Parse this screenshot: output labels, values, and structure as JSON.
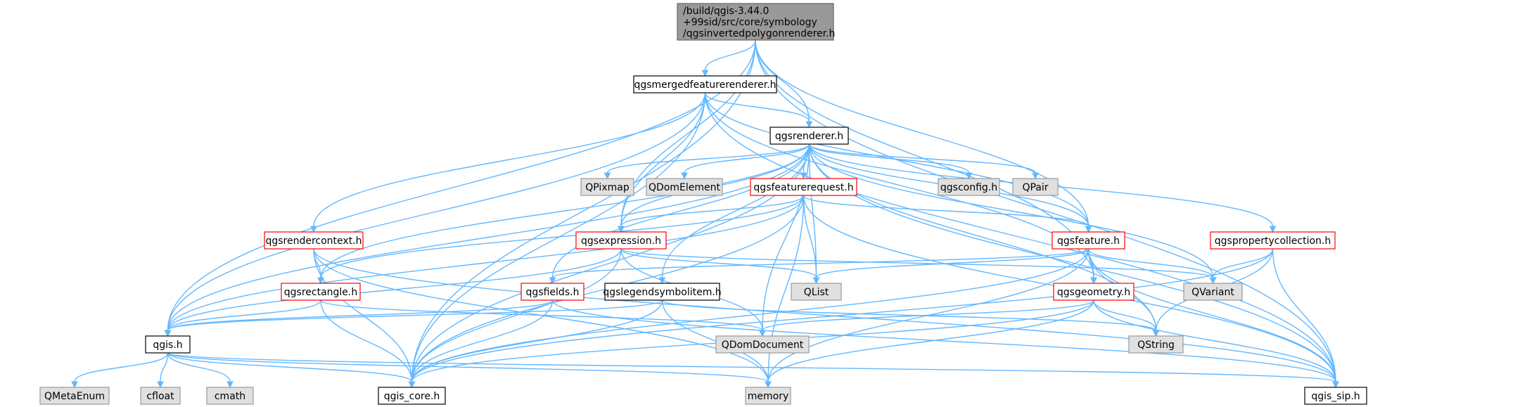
{
  "title": "/build/qgis-3.44.0+99sid/src/core/symbology/qgsinvertedpolygonrenderer.h",
  "colors": {
    "edge": "#63b8ff",
    "root_fill": "#999999",
    "root_border": "#666666",
    "normal_border": "#000000",
    "incomplete_border": "#ff0000",
    "external_fill": "#e0e0e0",
    "external_border": "#999999",
    "background": "#ffffff"
  },
  "nodes": [
    {
      "id": "root",
      "lines": [
        "/build/qgis-3.44.0",
        "+99sid/src/core/symbology",
        "/qgsinvertedpolygonrenderer.h"
      ],
      "kind": "root"
    },
    {
      "id": "merged",
      "lines": [
        "qgsmergedfeaturerenderer.h"
      ],
      "kind": "normal"
    },
    {
      "id": "renderer",
      "lines": [
        "qgsrenderer.h"
      ],
      "kind": "normal"
    },
    {
      "id": "qpixmap",
      "lines": [
        "QPixmap"
      ],
      "kind": "external"
    },
    {
      "id": "qdomelement",
      "lines": [
        "QDomElement"
      ],
      "kind": "external"
    },
    {
      "id": "featurerequest",
      "lines": [
        "qgsfeaturerequest.h"
      ],
      "kind": "incomplete"
    },
    {
      "id": "config",
      "lines": [
        "qgsconfig.h"
      ],
      "kind": "external"
    },
    {
      "id": "qpair",
      "lines": [
        "QPair"
      ],
      "kind": "external"
    },
    {
      "id": "rendercontext",
      "lines": [
        "qgsrendercontext.h"
      ],
      "kind": "incomplete"
    },
    {
      "id": "expression",
      "lines": [
        "qgsexpression.h"
      ],
      "kind": "incomplete"
    },
    {
      "id": "feature",
      "lines": [
        "qgsfeature.h"
      ],
      "kind": "incomplete"
    },
    {
      "id": "propertycollection",
      "lines": [
        "qgspropertycollection.h"
      ],
      "kind": "incomplete"
    },
    {
      "id": "rectangle",
      "lines": [
        "qgsrectangle.h"
      ],
      "kind": "incomplete"
    },
    {
      "id": "qlist",
      "lines": [
        "QList"
      ],
      "kind": "external"
    },
    {
      "id": "fields",
      "lines": [
        "qgsfields.h"
      ],
      "kind": "incomplete"
    },
    {
      "id": "legendsymbolitem",
      "lines": [
        "qgslegendsymbolitem.h"
      ],
      "kind": "normal"
    },
    {
      "id": "geometry",
      "lines": [
        "qgsgeometry.h"
      ],
      "kind": "incomplete"
    },
    {
      "id": "qvariant",
      "lines": [
        "QVariant"
      ],
      "kind": "external"
    },
    {
      "id": "qgis",
      "lines": [
        "qgis.h"
      ],
      "kind": "normal"
    },
    {
      "id": "qdomdocument",
      "lines": [
        "QDomDocument"
      ],
      "kind": "external"
    },
    {
      "id": "qstring",
      "lines": [
        "QString"
      ],
      "kind": "external"
    },
    {
      "id": "qmetaenum",
      "lines": [
        "QMetaEnum"
      ],
      "kind": "external"
    },
    {
      "id": "cfloat",
      "lines": [
        "cfloat"
      ],
      "kind": "external"
    },
    {
      "id": "cmath",
      "lines": [
        "cmath"
      ],
      "kind": "external"
    },
    {
      "id": "qgis_core",
      "lines": [
        "qgis_core.h"
      ],
      "kind": "normal"
    },
    {
      "id": "memory",
      "lines": [
        "memory"
      ],
      "kind": "external"
    },
    {
      "id": "qgis_sip",
      "lines": [
        "qgis_sip.h"
      ],
      "kind": "normal"
    }
  ],
  "edges": [
    [
      "root",
      "merged"
    ],
    [
      "root",
      "renderer"
    ],
    [
      "root",
      "expression"
    ],
    [
      "root",
      "feature"
    ],
    [
      "root",
      "geometry"
    ],
    [
      "root",
      "qgis"
    ],
    [
      "root",
      "qgis_core"
    ],
    [
      "root",
      "qgis_sip"
    ],
    [
      "merged",
      "renderer"
    ],
    [
      "merged",
      "rendercontext"
    ],
    [
      "merged",
      "expression"
    ],
    [
      "merged",
      "feature"
    ],
    [
      "merged",
      "geometry"
    ],
    [
      "merged",
      "qgis"
    ],
    [
      "merged",
      "qgis_core"
    ],
    [
      "merged",
      "qgis_sip"
    ],
    [
      "renderer",
      "qpixmap"
    ],
    [
      "renderer",
      "qdomelement"
    ],
    [
      "renderer",
      "featurerequest"
    ],
    [
      "renderer",
      "config"
    ],
    [
      "renderer",
      "qpair"
    ],
    [
      "renderer",
      "expression"
    ],
    [
      "renderer",
      "feature"
    ],
    [
      "renderer",
      "propertycollection"
    ],
    [
      "renderer",
      "rectangle"
    ],
    [
      "renderer",
      "qlist"
    ],
    [
      "renderer",
      "fields"
    ],
    [
      "renderer",
      "legendsymbolitem"
    ],
    [
      "renderer",
      "qvariant"
    ],
    [
      "renderer",
      "qgis"
    ],
    [
      "renderer",
      "qdomdocument"
    ],
    [
      "renderer",
      "qstring"
    ],
    [
      "renderer",
      "qgis_core"
    ],
    [
      "renderer",
      "qgis_sip"
    ],
    [
      "featurerequest",
      "expression"
    ],
    [
      "featurerequest",
      "feature"
    ],
    [
      "featurerequest",
      "rectangle"
    ],
    [
      "featurerequest",
      "qlist"
    ],
    [
      "featurerequest",
      "qgis"
    ],
    [
      "featurerequest",
      "qgis_core"
    ],
    [
      "featurerequest",
      "memory"
    ],
    [
      "featurerequest",
      "qgis_sip"
    ],
    [
      "rendercontext",
      "rectangle"
    ],
    [
      "rendercontext",
      "qgis_core"
    ],
    [
      "rendercontext",
      "memory"
    ],
    [
      "rendercontext",
      "qgis_sip"
    ],
    [
      "expression",
      "qlist"
    ],
    [
      "expression",
      "qvariant"
    ],
    [
      "expression",
      "qgis"
    ],
    [
      "expression",
      "qdomdocument"
    ],
    [
      "expression",
      "qgis_core"
    ],
    [
      "feature",
      "qlist"
    ],
    [
      "feature",
      "fields"
    ],
    [
      "feature",
      "geometry"
    ],
    [
      "feature",
      "qvariant"
    ],
    [
      "feature",
      "qstring"
    ],
    [
      "feature",
      "qgis_core"
    ],
    [
      "feature",
      "memory"
    ],
    [
      "feature",
      "qgis_sip"
    ],
    [
      "propertycollection",
      "qvariant"
    ],
    [
      "propertycollection",
      "qstring"
    ],
    [
      "propertycollection",
      "qgis_core"
    ],
    [
      "propertycollection",
      "qgis_sip"
    ],
    [
      "rectangle",
      "qgis"
    ],
    [
      "rectangle",
      "qgis_core"
    ],
    [
      "rectangle",
      "qdomdocument"
    ],
    [
      "fields",
      "qgis"
    ],
    [
      "fields",
      "qgis_core"
    ],
    [
      "fields",
      "qgis_sip"
    ],
    [
      "legendsymbolitem",
      "qgis"
    ],
    [
      "legendsymbolitem",
      "qgis_core"
    ],
    [
      "legendsymbolitem",
      "memory"
    ],
    [
      "legendsymbolitem",
      "qstring"
    ],
    [
      "geometry",
      "qdomdocument"
    ],
    [
      "geometry",
      "qstring"
    ],
    [
      "geometry",
      "qgis_core"
    ],
    [
      "geometry",
      "memory"
    ],
    [
      "geometry",
      "qgis_sip"
    ],
    [
      "qgis",
      "qmetaenum"
    ],
    [
      "qgis",
      "cfloat"
    ],
    [
      "qgis",
      "cmath"
    ],
    [
      "qgis",
      "qgis_core"
    ],
    [
      "qgis",
      "memory"
    ],
    [
      "qgis",
      "qgis_sip"
    ]
  ]
}
